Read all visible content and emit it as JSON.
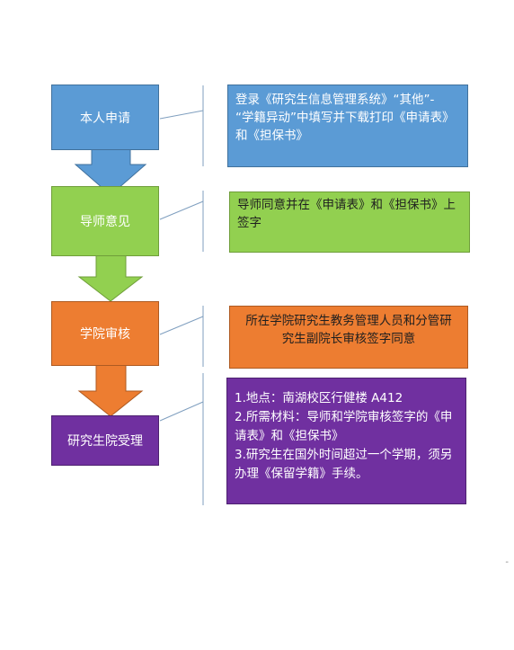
{
  "colors": {
    "blue": "#5b9bd5",
    "blue_border": "#41719c",
    "green": "#92d050",
    "green_border": "#6f9e3a",
    "orange": "#ed7d31",
    "orange_border": "#ae5a21",
    "purple": "#7030a0",
    "purple_border": "#4d2170",
    "line": "#7f9fbf"
  },
  "steps": [
    {
      "label": "本人申请",
      "note_lines": [
        "登录《研究生信息管理系统》“其他”-",
        "“学籍异动”中填写并下载打印《申请表》",
        "和《担保书》"
      ]
    },
    {
      "label": "导师意见",
      "note_lines": [
        "导师同意并在《申请表》和《担保书》上",
        "签字"
      ]
    },
    {
      "label": "学院审核",
      "note_lines": [
        "所在学院研究生教务管理人员和分管研",
        "究生副院长审核签字同意"
      ]
    },
    {
      "label": "研究生院受理",
      "note_lines": [
        "1.地点：南湖校区行健楼 A412",
        "2.所需材料：导师和学院审核签字的《申",
        "请表》和《担保书》",
        "3.研究生在国外时间超过一个学期，须另",
        "办理《保留学籍》手续。"
      ]
    }
  ],
  "corner_mark": "-"
}
